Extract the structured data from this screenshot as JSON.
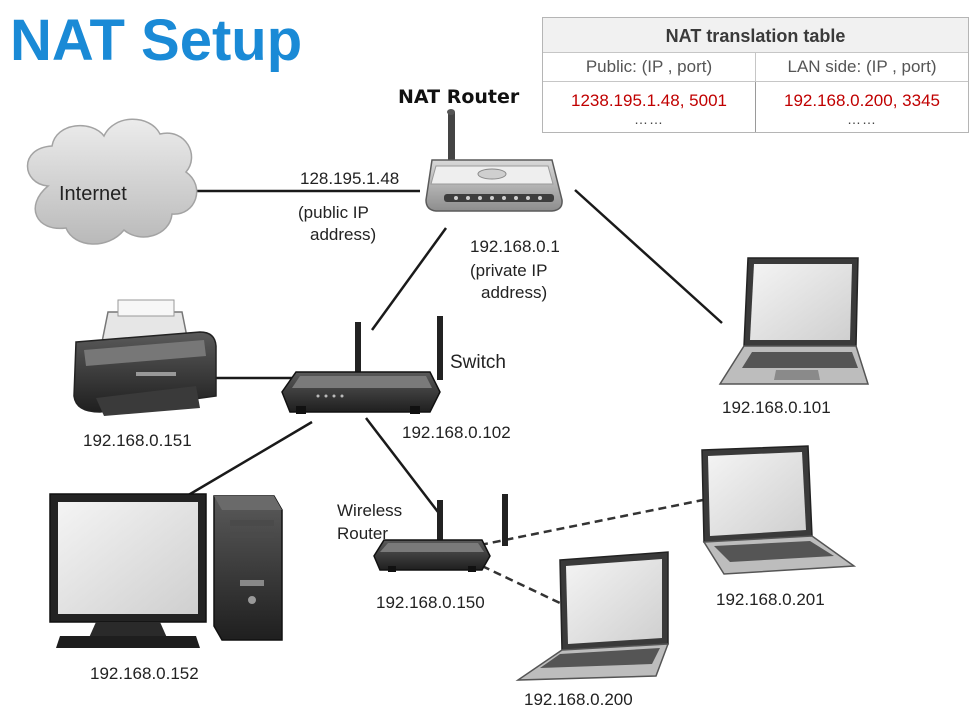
{
  "title": "NAT Setup",
  "nat_router_label": "NAT Router",
  "nat_table": {
    "title": "NAT translation table",
    "columns": [
      "Public: (IP , port)",
      "LAN side: (IP , port)"
    ],
    "rows": [
      {
        "public": "1238.195.1.48, 5001",
        "lan": "192.168.0.200, 3345"
      }
    ],
    "ellipsis": "……",
    "entry_color": "#c00000"
  },
  "internet_label": "Internet",
  "public_ip": "128.195.1.48",
  "public_ip_note": [
    "(public IP",
    "address)"
  ],
  "private_ip": "192.168.0.1",
  "private_ip_note": [
    "(private IP",
    "address)"
  ],
  "switch_label": "Switch",
  "switch_ip": "192.168.0.102",
  "printer_ip": "192.168.0.151",
  "desktop_ip": "192.168.0.152",
  "laptop_top_ip": "192.168.0.101",
  "wireless_router_label": [
    "Wireless",
    "Router"
  ],
  "wireless_router_ip": "192.168.0.150",
  "laptop_right_ip": "192.168.0.201",
  "laptop_bottom_ip": "192.168.0.200",
  "colors": {
    "title": "#1a8ad6",
    "table_entries": "#c00000"
  }
}
